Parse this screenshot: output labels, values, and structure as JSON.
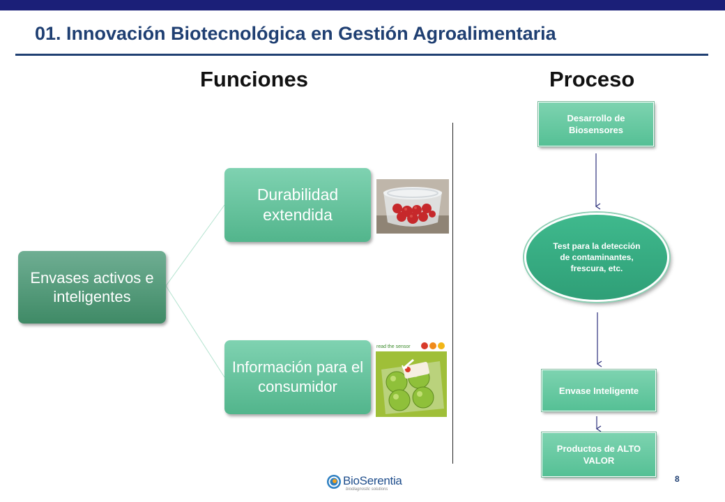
{
  "header": {
    "title": "01. Innovación Biotecnológica en Gestión Agroalimentaria",
    "bar_color": "#1b1f78",
    "title_color": "#1f3f72"
  },
  "sections": {
    "funciones_title": "Funciones",
    "proceso_title": "Proceso"
  },
  "funciones": {
    "root": "Envases activos e inteligentes",
    "branches": [
      "Durabilidad extendida",
      "Información para el consumidor"
    ],
    "sensor_caption": "read the sensor",
    "colors": {
      "root": "#4f9a78",
      "branch": "#67c49e"
    }
  },
  "proceso": {
    "steps": [
      "Desarrollo de Biosensores",
      "Test para la detección de contaminantes, frescura, etc.",
      "Envase Inteligente",
      "Productos de ALTO VALOR"
    ],
    "colors": {
      "box": "#62c79d",
      "oval": "#36ad82",
      "arrow": "#2a2f7a"
    }
  },
  "footer": {
    "logo_text": "BioSerentia",
    "logo_tagline": "biodiagnostic solutions",
    "page_number": "8"
  }
}
